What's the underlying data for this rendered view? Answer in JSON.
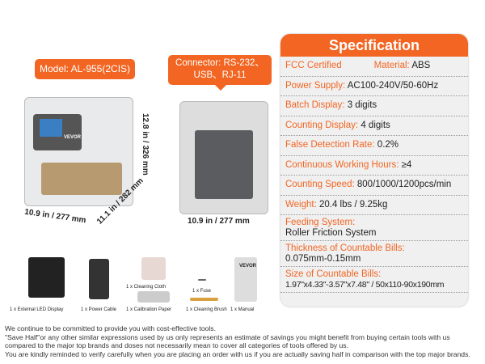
{
  "model_label": "Model: AL-955(2CIS)",
  "connector_label": [
    "Connector: RS-232、",
    "USB、RJ-11"
  ],
  "dimensions": {
    "height": "12.8 in / 326 mm",
    "width_left": "10.9 in / 277 mm",
    "depth": "11.1 in / 282 mm",
    "width_right": "10.9 in / 277 mm"
  },
  "spec": {
    "title": "Specification",
    "fcc": "FCC Certified",
    "material_k": "Material:",
    "material_v": "ABS",
    "rows": [
      {
        "k": "Power Supply:",
        "v": "AC100-240V/50-60Hz"
      },
      {
        "k": "Batch Display:",
        "v": "3 digits"
      },
      {
        "k": "Counting Display:",
        "v": "4 digits"
      },
      {
        "k": "False Detection Rate:",
        "v": "0.2%"
      },
      {
        "k": "Continuous Working Hours:",
        "v": "≥4"
      },
      {
        "k": "Counting Speed:",
        "v": "800/1000/1200pcs/min"
      },
      {
        "k": "Weight:",
        "v": "20.4 lbs / 9.25kg"
      },
      {
        "k": "Feeding System:",
        "v": "Roller Friction System"
      },
      {
        "k": "Thickness of Countable Bills:",
        "v": "0.075mm-0.15mm"
      },
      {
        "k": "Size of Countable Bills:",
        "v": "1.97\"x4.33\"-3.57\"x7.48\" / 50x110-90x190mm"
      }
    ]
  },
  "accessories": [
    "1 x External LED Display",
    "1 x Power Cable",
    "1 x Cleaning Cloth",
    "1 x Calibration Paper",
    "1 x Fuse",
    "1 x Cleaning Brush",
    "1 x Manual"
  ],
  "brand": "VEVOR",
  "footer": [
    "We continue to be committed to provide you with cost-effective tools.",
    "\"Save Half\"or any other similar expressions used by us only represents an estimate of savings you might benefit from buying certain tools with us",
    "compared to the major top brands and doses not necessarily mean to cover all categories of tools offered by us.",
    "You are kindly reminded to verify carefully when you are placing an order with us if you are actually saving half in comparison with the top major brands."
  ]
}
